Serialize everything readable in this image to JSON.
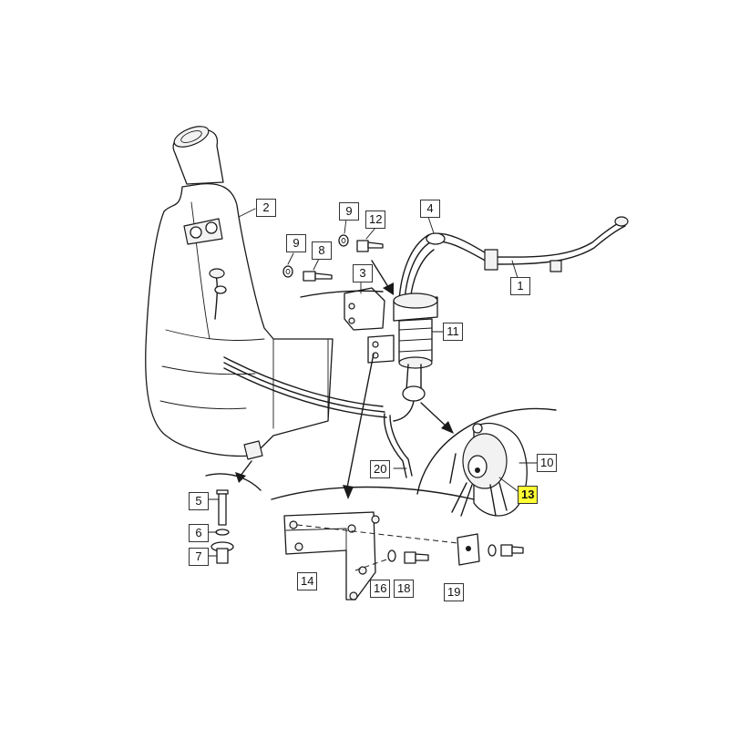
{
  "callouts": {
    "c1": "1",
    "c2": "2",
    "c3": "3",
    "c4": "4",
    "c5": "5",
    "c6": "6",
    "c7": "7",
    "c8": "8",
    "c9a": "9",
    "c9b": "9",
    "c10": "10",
    "c11": "11",
    "c12": "12",
    "c13": "13",
    "c14": "14",
    "c16": "16",
    "c18": "18",
    "c19": "19",
    "c20": "20"
  },
  "highlighted_callout": "13",
  "colors": {
    "highlight": "#ffff33",
    "line": "#1a1a1a",
    "background": "#ffffff"
  }
}
